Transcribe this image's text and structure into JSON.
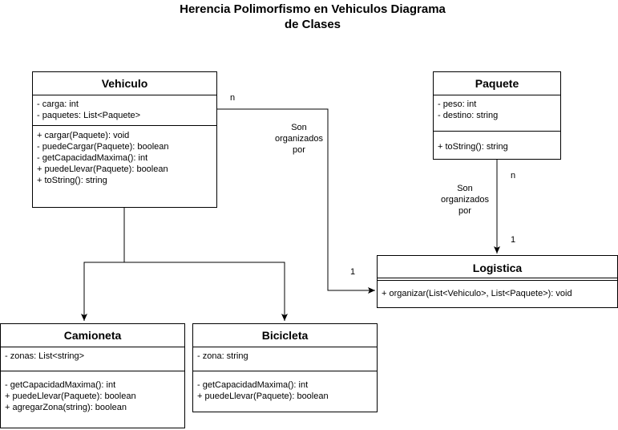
{
  "title": {
    "line1": "Herencia Polimorfismo en Vehiculos Diagrama",
    "line2": "de Clases"
  },
  "classes": {
    "vehiculo": {
      "name": "Vehiculo",
      "attributes": [
        "- carga: int",
        "- paquetes: List<Paquete>"
      ],
      "methods": [
        "+ cargar(Paquete): void",
        "- puedeCargar(Paquete): boolean",
        "- getCapacidadMaxima(): int",
        "+ puedeLlevar(Paquete): boolean",
        "+ toString(): string"
      ]
    },
    "paquete": {
      "name": "Paquete",
      "attributes": [
        "- peso: int",
        "- destino: string"
      ],
      "methods": [
        "+ toString(): string"
      ]
    },
    "logistica": {
      "name": "Logistica",
      "methods": [
        "+ organizar(List<Vehiculo>, List<Paquete>): void"
      ]
    },
    "camioneta": {
      "name": "Camioneta",
      "attributes": [
        "- zonas: List<string>"
      ],
      "methods": [
        "- getCapacidadMaxima(): int",
        "+ puedeLlevar(Paquete): boolean",
        "+ agregarZona(string): boolean"
      ]
    },
    "bicicleta": {
      "name": "Bicicleta",
      "attributes": [
        "- zona: string"
      ],
      "methods": [
        "- getCapacidadMaxima(): int",
        "+ puedeLlevar(Paquete): boolean"
      ]
    }
  },
  "relations": {
    "vehiculo_logistica": {
      "label_line1": "Son",
      "label_line2": "organizados",
      "label_line3": "por",
      "mult_source": "n",
      "mult_target": "1"
    },
    "paquete_logistica": {
      "label_line1": "Son",
      "label_line2": "organizados",
      "label_line3": "por",
      "mult_source": "n",
      "mult_target": "1"
    }
  }
}
